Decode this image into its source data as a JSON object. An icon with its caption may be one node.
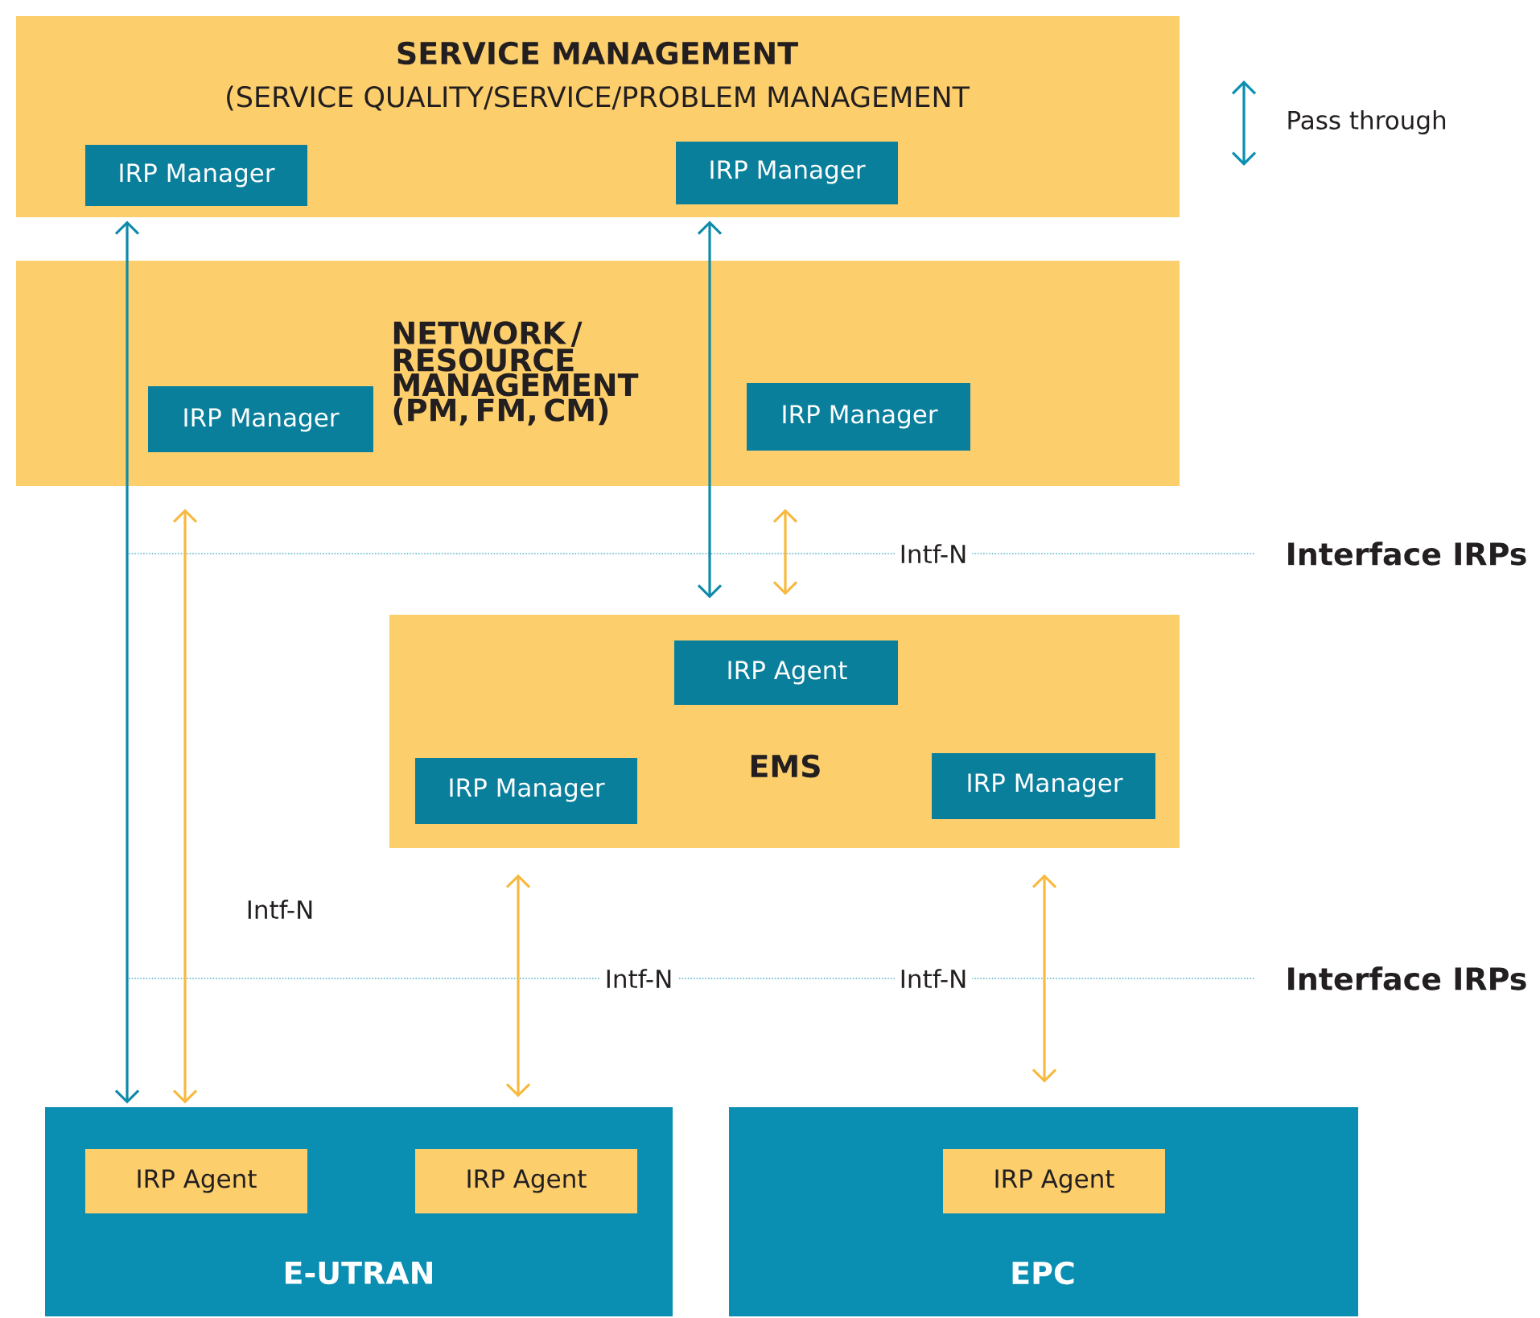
{
  "diagram": {
    "nodes": [
      {
        "text": [
          "SERVICE MANAGEMENT",
          "(SERVICE QUALITY/SERVICE/PROBLEM MANAGEMENT"
        ]
      },
      {
        "text": [
          "IRP Manager"
        ],
        "in": 0
      },
      {
        "text": [
          "IRP Manager"
        ],
        "in": 0
      },
      {
        "text": [
          "NETWORK / RESOURCE MANAGEMENT (PM, FM, CM)"
        ]
      },
      {
        "text": [
          "IRP Manager"
        ],
        "in": 3
      },
      {
        "text": [
          "IRP Manager"
        ],
        "in": 3
      },
      {
        "text": [
          "EMS"
        ]
      },
      {
        "text": [
          "IRP Agent"
        ],
        "in": 6
      },
      {
        "text": [
          "IRP Manager"
        ],
        "in": 6
      },
      {
        "text": [
          "IRP Manager"
        ],
        "in": 6
      },
      {
        "text": [
          "E-UTRAN"
        ]
      },
      {
        "text": [
          "IRP Agent"
        ],
        "in": 10
      },
      {
        "text": [
          "IRP Agent"
        ],
        "in": 10
      },
      {
        "text": [
          "EPC"
        ]
      },
      {
        "text": [
          "IRP Agent"
        ],
        "in": 13
      }
    ],
    "edges": [
      {
        "from": 0,
        "to": 10,
        "arrow": "both",
        "color": "#0e8aaa"
      },
      {
        "from": 0,
        "to": 6,
        "arrow": "both",
        "color": "#0e8aaa"
      },
      {
        "from": 3,
        "to": 10,
        "arrow": "both"
      },
      {
        "from": 3,
        "to": 6,
        "arrow": "both"
      },
      {
        "from": 6,
        "to": 10,
        "arrow": "both"
      },
      {
        "from": 6,
        "to": 13,
        "arrow": "both"
      }
    ],
    "labels": [
      "Intf-N",
      "Interface IRPs",
      "Intf-N",
      "Intf-N",
      "Intf-N",
      "Interface IRPs"
    ],
    "legend": [
      {
        "text": "Pass through"
      }
    ]
  }
}
